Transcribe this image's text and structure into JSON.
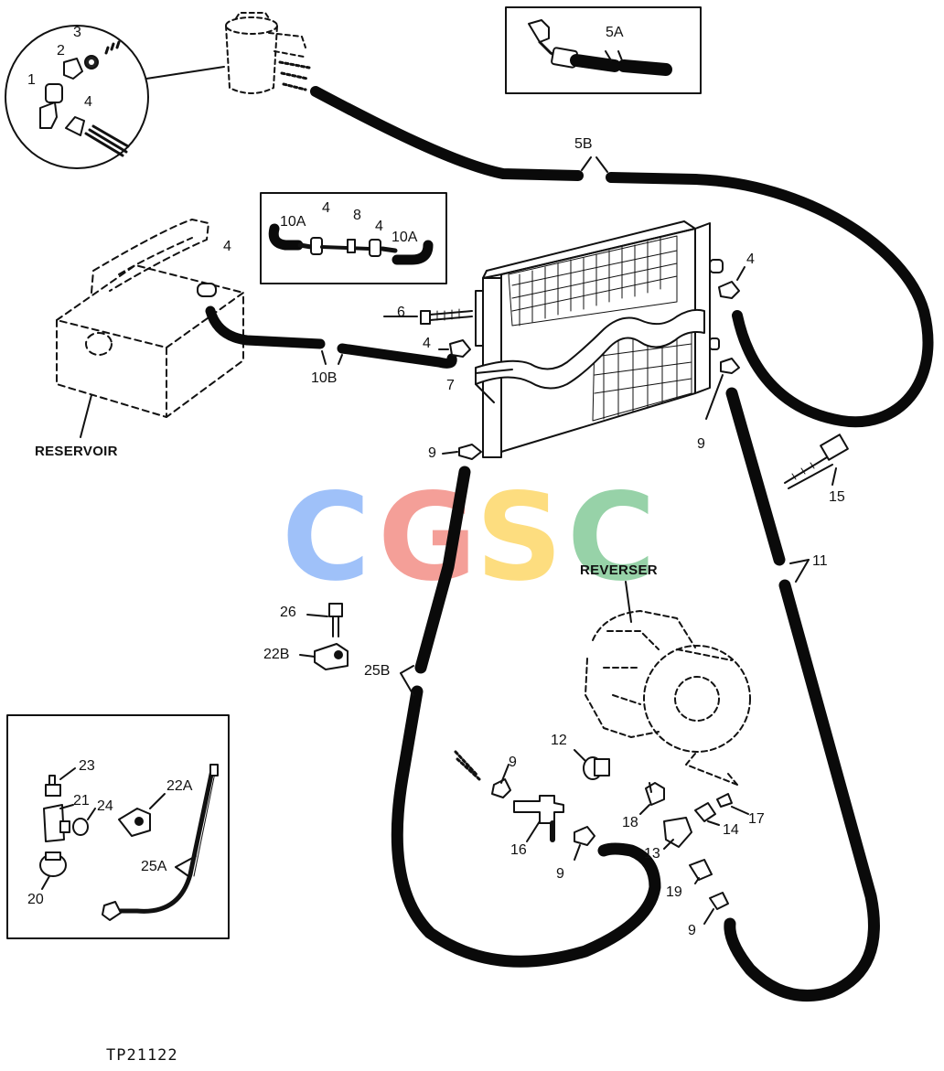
{
  "figure_id": "TP21122",
  "words": {
    "reservoir": "RESERVOIR",
    "reverser": "REVERSER"
  },
  "watermark": {
    "letters": [
      {
        "ch": "C",
        "color": "#8ab4f8"
      },
      {
        "ch": "G",
        "color": "#f28b82"
      },
      {
        "ch": "S",
        "color": "#fdd663"
      },
      {
        "ch": "C",
        "color": "#81c995"
      }
    ]
  },
  "callouts": {
    "c1": "1",
    "c2": "2",
    "c3": "3",
    "c4a": "4",
    "c5a": "5A",
    "c5b": "5B",
    "c10a1": "10A",
    "c4b": "4",
    "c8": "8",
    "c4c": "4",
    "c10a2": "10A",
    "c4d": "4",
    "c10b": "10B",
    "c6": "6",
    "c4e": "4",
    "c7": "7",
    "c4f": "4",
    "c9a": "9",
    "c9b": "9",
    "c15": "15",
    "c11": "11",
    "c26": "26",
    "c22b": "22B",
    "c25b": "25B",
    "c12": "12",
    "c9c": "9",
    "c16": "16",
    "c9d": "9",
    "c18": "18",
    "c13": "13",
    "c14": "14",
    "c17": "17",
    "c19": "19",
    "c9e": "9",
    "c23": "23",
    "c21": "21",
    "c24": "24",
    "c22a": "22A",
    "c25a": "25A",
    "c20": "20"
  },
  "colors": {
    "line": "#111111",
    "hose": "#0a0a0a"
  }
}
